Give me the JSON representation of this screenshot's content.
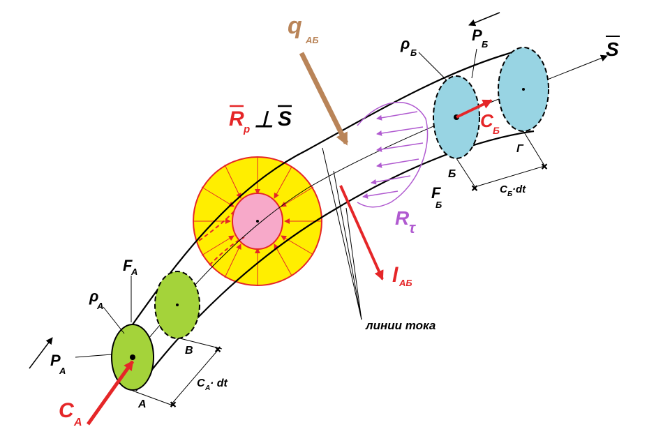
{
  "colors": {
    "stroke": "#000000",
    "green": "#a4d33a",
    "blue": "#98d4e3",
    "yellow": "#ffee00",
    "pink": "#f7a9c9",
    "red": "#e52628",
    "brown": "#b98458",
    "violet": "#b05ad0"
  },
  "labels": {
    "S_axis": "S",
    "q": "q",
    "q_sub": "АБ",
    "rho_b": "ρ",
    "rho_b_sub": "Б",
    "p_b": "P",
    "p_b_sub": "Б",
    "c_b": "C",
    "c_b_sub": "Б",
    "gamma": "Г",
    "b_letter": "Б",
    "f_b": "F",
    "f_b_sub": "Б",
    "cb_dt": "C",
    "cb_dt_sub": "Б",
    "cb_dt_tail": "·dt",
    "rp": "R",
    "rp_sub": "p",
    "perp": "⊥",
    "s_over": "S",
    "r_tau": "R",
    "r_tau_sub": "τ",
    "l": "l",
    "l_sub": "АБ",
    "stream_lines": "линии тока",
    "f_a": "F",
    "f_a_sub": "A",
    "rho_a": "ρ",
    "rho_a_sub": "A",
    "p_a": "P",
    "p_a_sub": "A",
    "v_letter": "B",
    "ca_dt": "C",
    "ca_dt_sub": "A",
    "ca_dt_tail": "· dt",
    "a_letter": "A",
    "c_a": "C",
    "c_a_sub": "A"
  }
}
